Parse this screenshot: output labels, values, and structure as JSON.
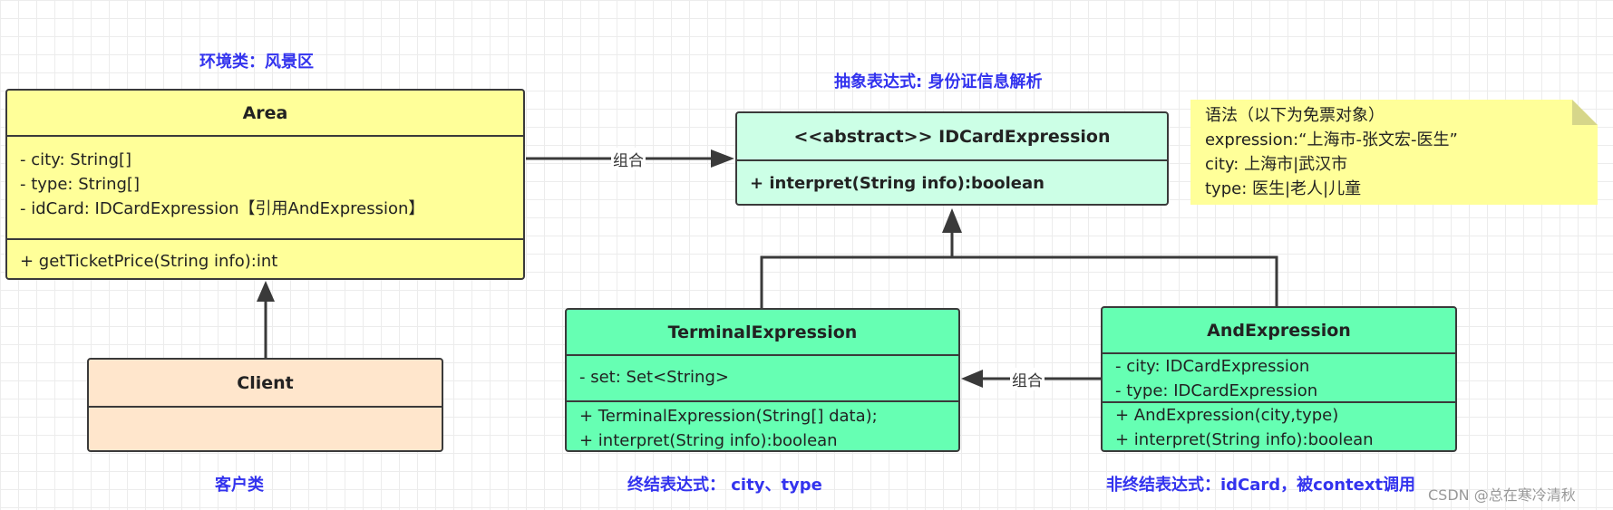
{
  "labels": {
    "environment": "环境类：风景区",
    "abstract": "抽象表达式: 身份证信息解析",
    "client": "客户类",
    "terminal": "终结表达式： city、type",
    "nonterminal": "非终结表达式：idCard，被context调用"
  },
  "classes": {
    "area": {
      "name": "Area",
      "attributes": [
        "- city: String[]",
        "- type: String[]",
        "- idCard: IDCardExpression【引用AndExpression】"
      ],
      "methods": [
        "+ getTicketPrice(String info):int"
      ]
    },
    "client": {
      "name": "Client"
    },
    "idcard": {
      "name": "<<abstract>> IDCardExpression",
      "methods": [
        "+ interpret(String info):boolean"
      ]
    },
    "terminal": {
      "name": "TerminalExpression",
      "attributes": [
        "- set: Set<String>"
      ],
      "methods": [
        "+ TerminalExpression(String[] data);",
        "+ interpret(String info):boolean"
      ]
    },
    "and": {
      "name": "AndExpression",
      "attributes": [
        "- city: IDCardExpression",
        "- type: IDCardExpression"
      ],
      "methods": [
        "+ AndExpression(city,type)",
        "+ interpret(String info):boolean"
      ]
    }
  },
  "edges": {
    "composition1": "组合",
    "composition2": "组合"
  },
  "note": [
    "语法（以下为免票对象）",
    "expression:“上海市-张文宏-医生”",
    "city: 上海市|武汉市",
    "type: 医生|老人|儿童"
  ],
  "watermark": "CSDN @总在寒冷清秋",
  "colors": {
    "area": "#ffff99",
    "client": "#ffe6cc",
    "abstract": "#ccffe6",
    "concrete": "#66ffb3",
    "note": "#ffff99",
    "label": "#3333ee"
  }
}
